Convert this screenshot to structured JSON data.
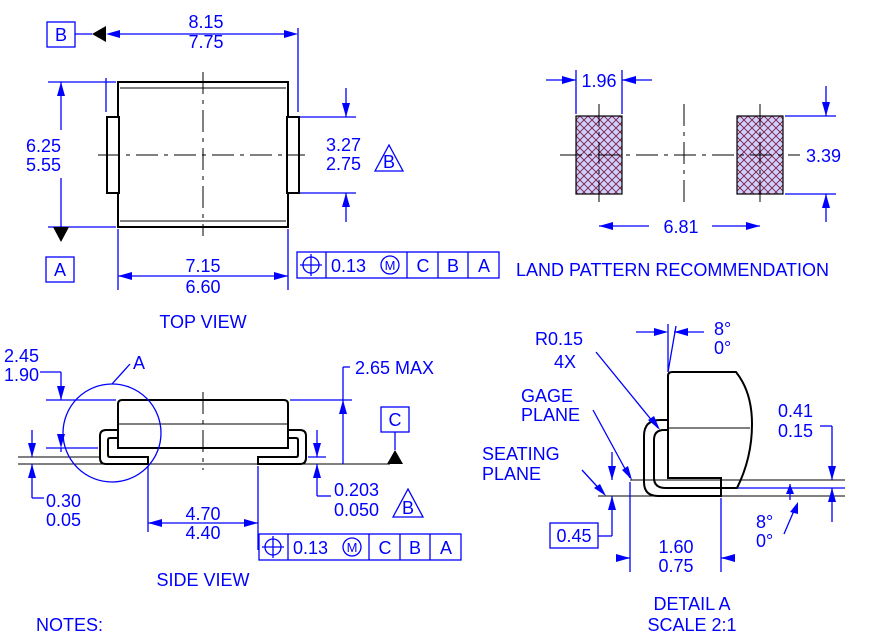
{
  "views": {
    "top_view": "TOP VIEW",
    "side_view": "SIDE VIEW",
    "land_pattern": "LAND PATTERN RECOMMENDATION",
    "detail_a": "DETAIL A",
    "detail_scale": "SCALE 2:1"
  },
  "datums": {
    "a": "A",
    "b": "B",
    "c": "C"
  },
  "top_view_dims": {
    "width_max": "8.15",
    "width_min": "7.75",
    "height_max": "6.25",
    "height_min": "5.55",
    "lead_max": "3.27",
    "lead_min": "2.75",
    "body_max": "7.15",
    "body_min": "6.60",
    "lead_note": "B"
  },
  "land_dims": {
    "pad_width": "1.96",
    "pad_height": "3.39",
    "pad_spacing": "6.81"
  },
  "fcf": {
    "tol": "0.13",
    "mod": "M",
    "d1": "C",
    "d2": "B",
    "d3": "A"
  },
  "side_view_dims": {
    "height_max": "2.45",
    "height_min": "1.90",
    "overall": "2.65 MAX",
    "standoff_max": "0.30",
    "standoff_min": "0.05",
    "foot_max": "4.70",
    "foot_min": "4.40",
    "thick_max": "0.203",
    "thick_min": "0.050",
    "thick_note": "B",
    "detail_ref": "A"
  },
  "detail_dims": {
    "radius": "R0.15",
    "radius_count": "4X",
    "angle_top_max": "8°",
    "angle_top_min": "0°",
    "gage_1": "GAGE",
    "gage_2": "PLANE",
    "seating_1": "SEATING",
    "seating_2": "PLANE",
    "lead_max": "0.41",
    "lead_min": "0.15",
    "gage_dist": "0.45",
    "foot_max": "1.60",
    "foot_min": "0.75",
    "angle_bot_max": "8°",
    "angle_bot_min": "0°"
  },
  "notes": {
    "title": "NOTES:"
  }
}
